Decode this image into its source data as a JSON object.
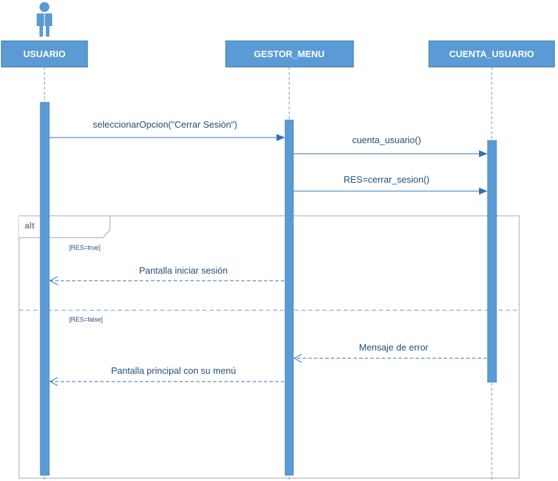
{
  "colors": {
    "header_fill": "#5B9BD5",
    "header_stroke": "#41719C",
    "activation_fill": "#5B9BD5",
    "lifeline": "#5B9BD5",
    "message": "#2E75B6",
    "label_text": "#1F4E79",
    "frame_stroke": "#A6A6A6",
    "alt_label": "#808080"
  },
  "actor_icon": "person-icon",
  "participants": [
    {
      "id": "usuario",
      "name": "USUARIO"
    },
    {
      "id": "gestor",
      "name": "GESTOR_MENU"
    },
    {
      "id": "cuenta",
      "name": "CUENTA_USUARIO"
    }
  ],
  "messages": [
    {
      "id": "m1",
      "label": "seleccionarOpcion(\"Cerrar Sesión\")",
      "from": "usuario",
      "to": "gestor",
      "style": "sync"
    },
    {
      "id": "m2",
      "label": "cuenta_usuario()",
      "from": "gestor",
      "to": "cuenta",
      "style": "sync"
    },
    {
      "id": "m3",
      "label": "RES=cerrar_sesion()",
      "from": "gestor",
      "to": "cuenta",
      "style": "sync"
    },
    {
      "id": "m4",
      "label": "Pantalla iniciar sesión",
      "from": "gestor",
      "to": "usuario",
      "style": "return"
    },
    {
      "id": "m5",
      "label": "Mensaje de error",
      "from": "cuenta",
      "to": "gestor",
      "style": "return"
    },
    {
      "id": "m6",
      "label": "Pantalla principal con su menú",
      "from": "gestor",
      "to": "usuario",
      "style": "return"
    }
  ],
  "alt_frame": {
    "label": "alt",
    "guards": [
      "[RES=true]",
      "[RES=false]"
    ]
  }
}
